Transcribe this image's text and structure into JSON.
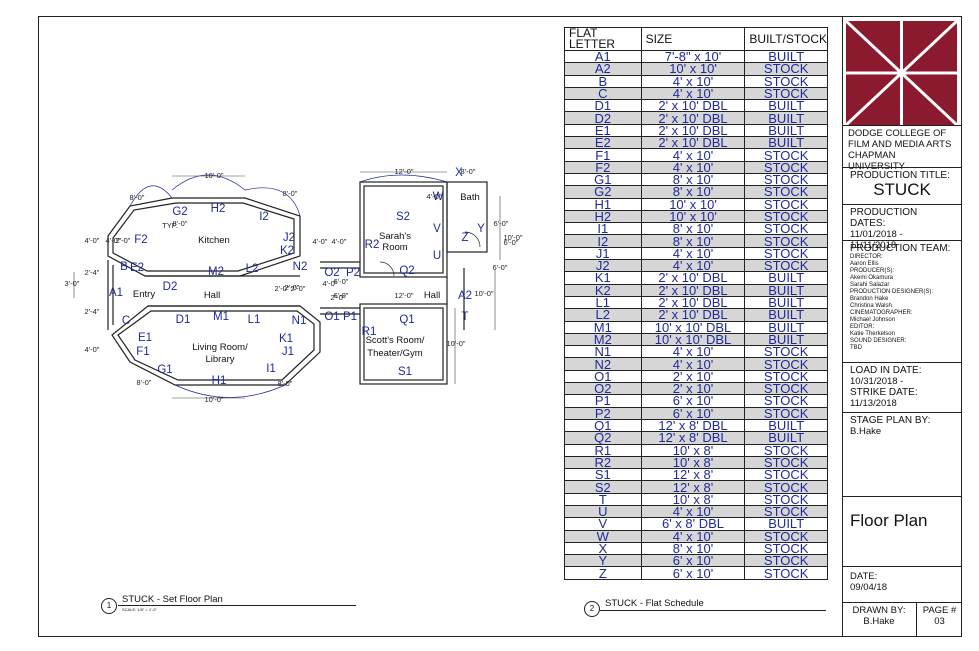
{
  "schedule": {
    "headers": [
      "FLAT LETTER",
      "SIZE",
      "BUILT/STOCK"
    ],
    "rows": [
      [
        "A1",
        "7'-8\" x 10'",
        "BUILT"
      ],
      [
        "A2",
        "10' x 10'",
        "STOCK"
      ],
      [
        "B",
        "4' x 10'",
        "STOCK"
      ],
      [
        "C",
        "4' x 10'",
        "STOCK"
      ],
      [
        "D1",
        "2' x 10' DBL",
        "BUILT"
      ],
      [
        "D2",
        "2' x 10' DBL",
        "BUILT"
      ],
      [
        "E1",
        "2' x 10' DBL",
        "BUILT"
      ],
      [
        "E2",
        "2' x 10' DBL",
        "BUILT"
      ],
      [
        "F1",
        "4' x 10'",
        "STOCK"
      ],
      [
        "F2",
        "4' x 10'",
        "STOCK"
      ],
      [
        "G1",
        "8' x 10'",
        "STOCK"
      ],
      [
        "G2",
        "8' x 10'",
        "STOCK"
      ],
      [
        "H1",
        "10' x 10'",
        "STOCK"
      ],
      [
        "H2",
        "10' x 10'",
        "STOCK"
      ],
      [
        "I1",
        "8' x 10'",
        "STOCK"
      ],
      [
        "I2",
        "8' x 10'",
        "STOCK"
      ],
      [
        "J1",
        "4' x 10'",
        "STOCK"
      ],
      [
        "J2",
        "4' x 10'",
        "STOCK"
      ],
      [
        "K1",
        "2' x 10' DBL",
        "BUILT"
      ],
      [
        "K2",
        "2' x 10' DBL",
        "BUILT"
      ],
      [
        "L1",
        "2' x 10' DBL",
        "BUILT"
      ],
      [
        "L2",
        "2' x 10' DBL",
        "BUILT"
      ],
      [
        "M1",
        "10' x 10' DBL",
        "BUILT"
      ],
      [
        "M2",
        "10' x 10' DBL",
        "BUILT"
      ],
      [
        "N1",
        "4' x 10'",
        "STOCK"
      ],
      [
        "N2",
        "4' x 10'",
        "STOCK"
      ],
      [
        "O1",
        "2' x 10'",
        "STOCK"
      ],
      [
        "O2",
        "2' x 10'",
        "STOCK"
      ],
      [
        "P1",
        "6' x 10'",
        "STOCK"
      ],
      [
        "P2",
        "6' x 10'",
        "STOCK"
      ],
      [
        "Q1",
        "12' x 8' DBL",
        "BUILT"
      ],
      [
        "Q2",
        "12' x 8' DBL",
        "BUILT"
      ],
      [
        "R1",
        "10' x 8'",
        "STOCK"
      ],
      [
        "R2",
        "10' x 8'",
        "STOCK"
      ],
      [
        "S1",
        "12' x 8'",
        "STOCK"
      ],
      [
        "S2",
        "12' x 8'",
        "STOCK"
      ],
      [
        "T",
        "10' x 8'",
        "STOCK"
      ],
      [
        "U",
        "4' x 10'",
        "STOCK"
      ],
      [
        "V",
        "6' x 8' DBL",
        "BUILT"
      ],
      [
        "W",
        "4' x 10'",
        "STOCK"
      ],
      [
        "X",
        "8' x 10'",
        "STOCK"
      ],
      [
        "Y",
        "6' x 10'",
        "STOCK"
      ],
      [
        "Z",
        "6' x 10'",
        "STOCK"
      ]
    ]
  },
  "title_block": {
    "school": [
      "DODGE COLLEGE OF",
      "FILM AND MEDIA ARTS",
      "CHAPMAN UNIVERSITY"
    ],
    "production_title_label": "PRODUCTION TITLE:",
    "production_title": "STUCK",
    "production_dates_label": "PRODUCTION DATES:",
    "production_dates": [
      "11/01/2018 -",
      "11/11/2018"
    ],
    "team_label": "PRODUCTION TEAM:",
    "team": [
      "DIRECTOR:",
      "Aaron Ellis",
      "PRODUCER(S):",
      "Akemi Okamura",
      "Sarahi Salazar",
      "PRODUCTION DESIGNER(S):",
      "Brandon Hake",
      "Christina Walsh",
      "CINEMATOGRAPHER:",
      "Michael Johnson",
      "EDITOR:",
      "Katie Therkelson",
      "SOUND DESIGNER:",
      "TBD"
    ],
    "load_in_label": "LOAD IN DATE:",
    "load_in": "10/31/2018 -",
    "strike_label": "STRIKE DATE:",
    "strike": "11/13/2018",
    "stage_plan_label": "STAGE PLAN BY:",
    "stage_plan": "B.Hake",
    "sheet_title": "Floor Plan",
    "date_label": "DATE:",
    "date": "09/04/18",
    "drawn_by_label": "DRAWN BY:",
    "drawn_by": "B.Hake",
    "page_label": "PAGE #",
    "page": "03",
    "brand_color": "#8b1a2e"
  },
  "captions": {
    "plan_num": "1",
    "plan_title": "STUCK - Set Floor Plan",
    "plan_scale": "SCALE: 1/8\" = 1'-0\"",
    "sched_num": "2",
    "sched_title": "STUCK - Flat Schedule"
  },
  "plan": {
    "rooms": [
      "Kitchen",
      "Entry",
      "Hall",
      "Living Room/",
      "Library",
      "Sarah's",
      "Room",
      "Bath",
      "Hall",
      "Scott's Room/",
      "Theater/Gym"
    ],
    "flats": [
      "H2",
      "G2",
      "I2",
      "F2",
      "E2",
      "B",
      "J2",
      "K2",
      "N2",
      "L2",
      "M2",
      "D2",
      "A1",
      "C",
      "E1",
      "F1",
      "D1",
      "M1",
      "L1",
      "K1",
      "N1",
      "J1",
      "G1",
      "H1",
      "I1",
      "O2",
      "P2",
      "O1",
      "P1",
      "S2",
      "R2",
      "V",
      "W",
      "X",
      "Z",
      "Y",
      "U",
      "Q2",
      "R1",
      "Q1",
      "T",
      "S1",
      "A2"
    ],
    "dims": [
      "10'-0\"",
      "8'-0\"",
      "8'-0\"",
      "4'-0\"",
      "4'-0\"",
      "2'-0\"",
      "TYP.",
      "8'-0\"",
      "3'-0\"",
      "2'-4\"",
      "2'-4\"",
      "4'-0\"",
      "4'-0\"",
      "4'-0\"",
      "4'-0\"",
      "2'-0\"",
      "2'-0\"",
      "2'-0\"",
      "2'-0\"",
      "8'-0\"",
      "10'-0\"",
      "8'-0\"",
      "12'-0\"",
      "8'-0\"",
      "4'-0\"",
      "6'-0\"",
      "10'-0\"",
      "6'-0\"",
      "6'-0\"",
      "6'-0\"",
      "12'-0\"",
      "10'-0\"",
      "10'-0\"",
      "6'-0\""
    ]
  }
}
